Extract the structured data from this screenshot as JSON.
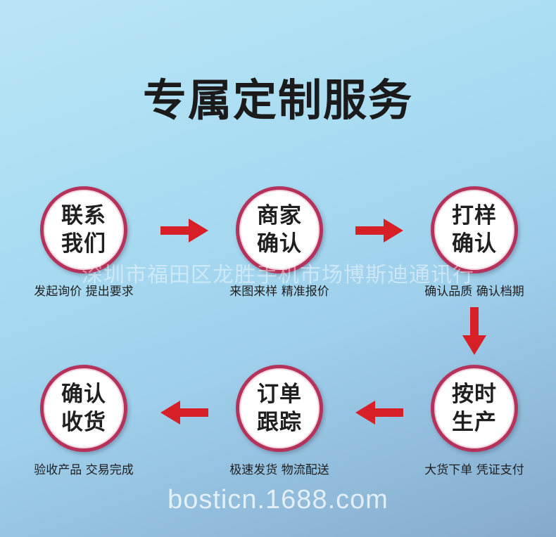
{
  "title": "专属定制服务",
  "watermark": "深圳市福田区龙胜手机市场博斯迪通讯行",
  "site": "bosticn.1688.com",
  "accent_color": "#b5325a",
  "arrow_color": "#d61f26",
  "steps": [
    {
      "line1": "联系",
      "line2": "我们",
      "caption": "发起询价 提出要求"
    },
    {
      "line1": "商家",
      "line2": "确认",
      "caption": "来图来样 精准报价"
    },
    {
      "line1": "打样",
      "line2": "确认",
      "caption": "确认品质 确认档期"
    },
    {
      "line1": "按时",
      "line2": "生产",
      "caption": "大货下单 凭证支付"
    },
    {
      "line1": "订单",
      "line2": "跟踪",
      "caption": "极速发货 物流配送"
    },
    {
      "line1": "确认",
      "line2": "收货",
      "caption": "验收产品 交易完成"
    }
  ],
  "icons": [
    "arrow-right-icon",
    "arrow-right-icon",
    "arrow-down-icon",
    "arrow-left-icon",
    "arrow-left-icon"
  ]
}
